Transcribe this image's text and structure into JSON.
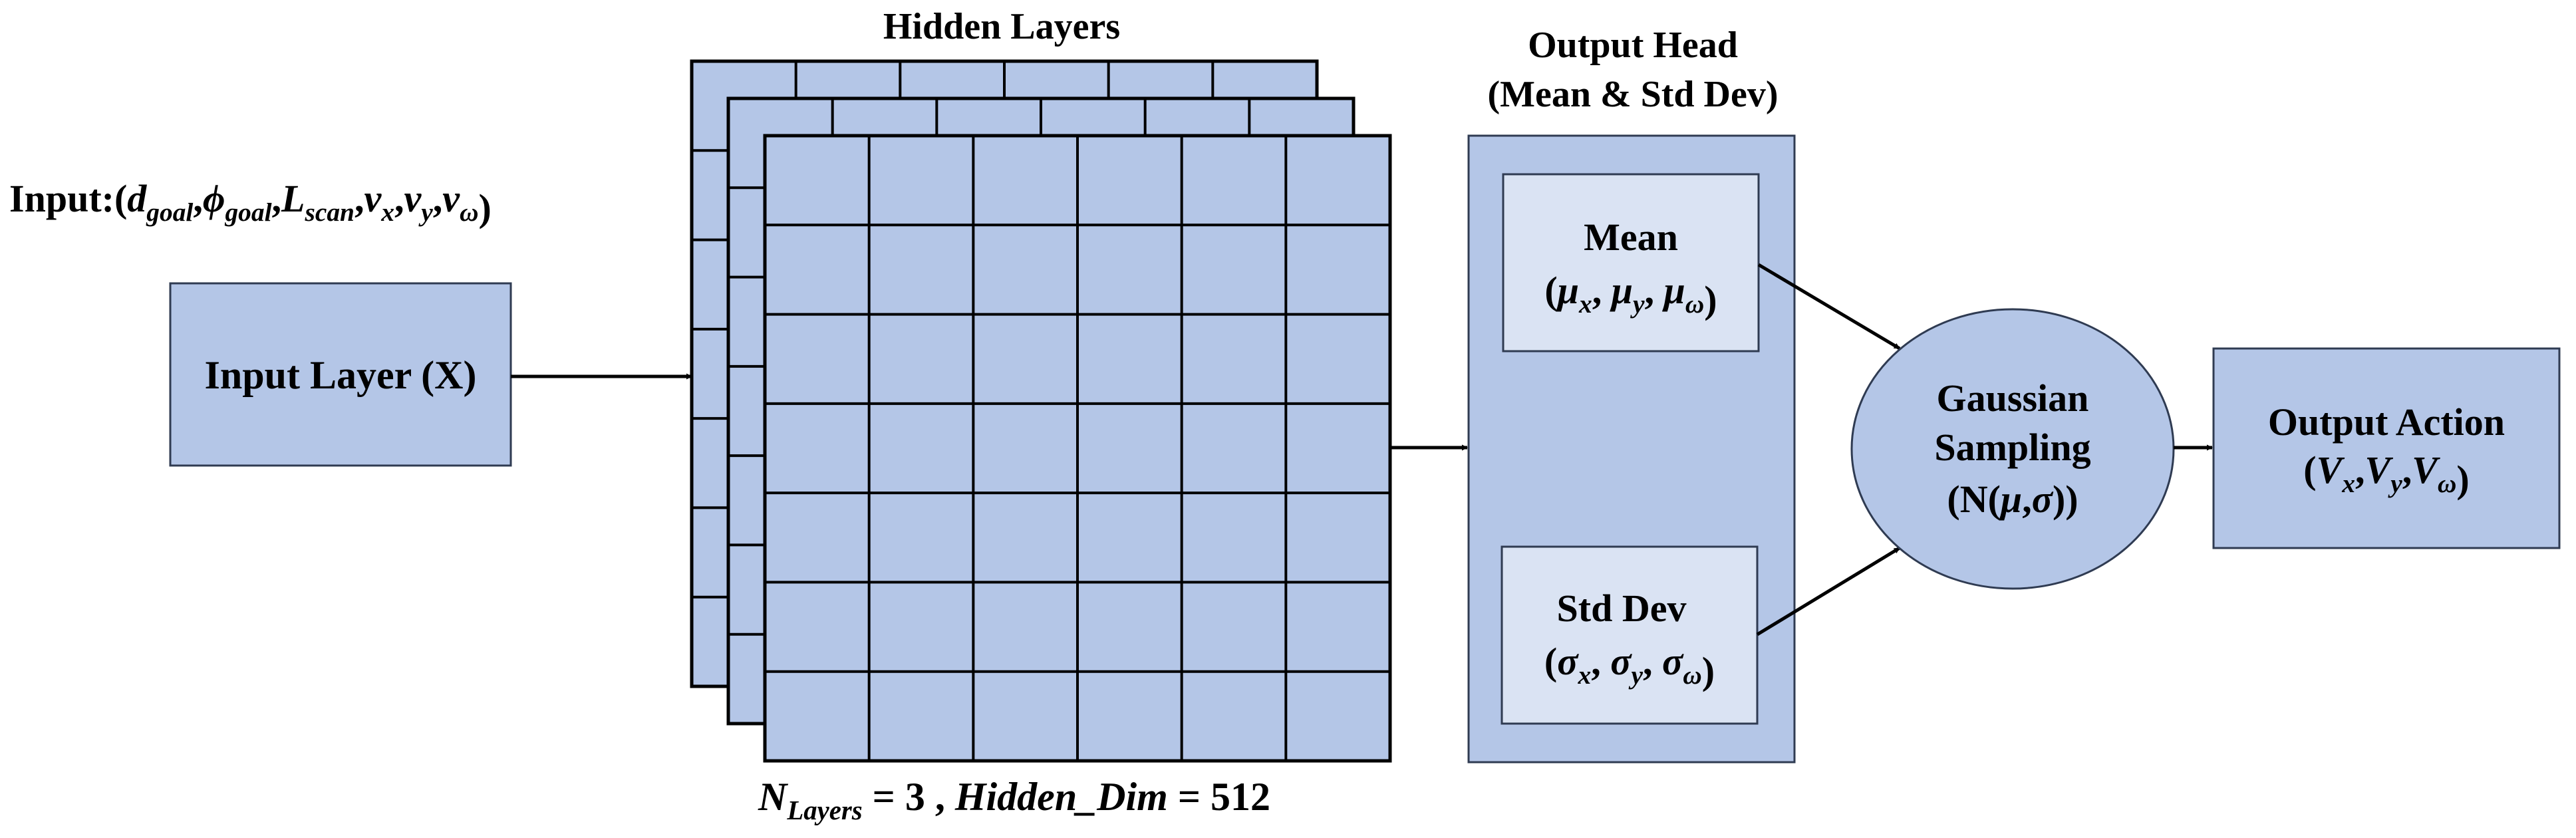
{
  "titles": {
    "hidden_layers": "Hidden Layers",
    "output_head_line1": "Output Head",
    "output_head_line2": "(Mean & Std Dev)"
  },
  "input": {
    "prefix": "Input:(",
    "vars": [
      {
        "base": "d",
        "sub": "goal"
      },
      {
        "base": "ϕ",
        "sub": "goal"
      },
      {
        "base": "L",
        "sub": "scan"
      },
      {
        "base": "v",
        "sub": "x"
      },
      {
        "base": "v",
        "sub": "y"
      },
      {
        "base": "v",
        "sub": "ω"
      }
    ],
    "separator": ",",
    "suffix": ")",
    "layer_label": "Input Layer (X)"
  },
  "mean": {
    "label": "Mean",
    "open": "(",
    "vars": [
      {
        "base": "μ",
        "sub": "x"
      },
      {
        "base": "μ",
        "sub": "y"
      },
      {
        "base": "μ",
        "sub": "ω"
      }
    ],
    "separator": ", ",
    "close": ")"
  },
  "std": {
    "label": "Std Dev",
    "open": "(",
    "vars": [
      {
        "base": "σ",
        "sub": "x"
      },
      {
        "base": "σ",
        "sub": "y"
      },
      {
        "base": "σ",
        "sub": "ω"
      }
    ],
    "separator": ", ",
    "close": ")"
  },
  "gaussian": {
    "line1": "Gaussian",
    "line2": "Sampling",
    "line3_prefix": "(N(",
    "line3_mu": "μ",
    "line3_comma": ",",
    "line3_sigma": "σ",
    "line3_suffix": "))"
  },
  "output_action": {
    "label": "Output Action",
    "open": "(",
    "vars": [
      {
        "base": "V",
        "sub": "x"
      },
      {
        "base": "V",
        "sub": "y"
      },
      {
        "base": "V",
        "sub": "ω"
      }
    ],
    "separator": ",",
    "close": ")"
  },
  "caption": {
    "n_base": "N",
    "n_sub": "Layers",
    "eq1": " =  3 ,",
    "hidden_dim": "Hidden_Dim",
    "eq2": " = 512"
  },
  "colors": {
    "box_fill": "#b4c6e7",
    "inner_fill": "#dae3f3",
    "box_stroke": "#2f3b52",
    "grid_stroke": "#000000"
  }
}
